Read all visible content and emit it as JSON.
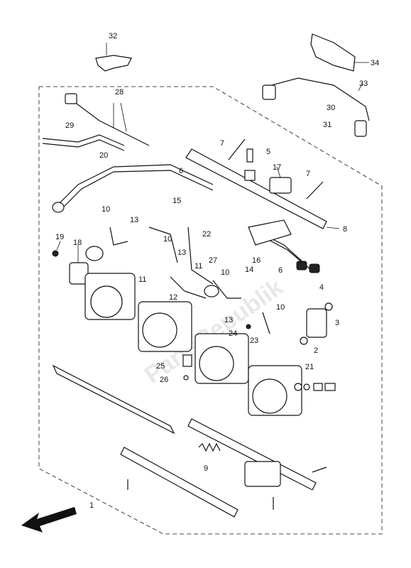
{
  "watermark": "PartsRepublik",
  "callouts": [
    "1",
    "2",
    "3",
    "4",
    "5",
    "6",
    "6",
    "7",
    "7",
    "8",
    "9",
    "10",
    "10",
    "10",
    "10",
    "11",
    "11",
    "12",
    "13",
    "13",
    "13",
    "14",
    "15",
    "16",
    "17",
    "18",
    "19",
    "20",
    "21",
    "22",
    "23",
    "24",
    "25",
    "26",
    "27",
    "28",
    "29",
    "30",
    "31",
    "32",
    "33",
    "34"
  ],
  "direction_arrow": "front-arrow-icon"
}
